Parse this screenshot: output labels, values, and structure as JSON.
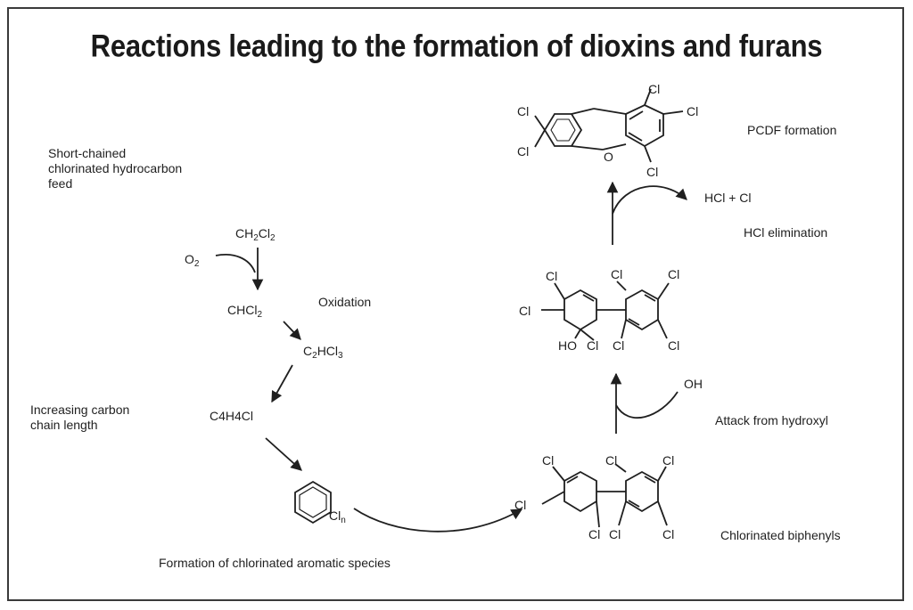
{
  "title": "Reactions leading to the formation of dioxins and furans",
  "labels": {
    "feed_line1": "Short-chained",
    "feed_line2": "chlorinated hydrocarbon",
    "feed_line3": "feed",
    "oxidation": "Oxidation",
    "chain_line1": "Increasing carbon",
    "chain_line2": "chain length",
    "aromatic_formation": "Formation of chlorinated aromatic species",
    "chlorinated_biphenyls": "Chlorinated biphenyls",
    "hydroxyl_attack": "Attack from hydroxyl",
    "hcl_elimination": "HCl elimination",
    "pcdf_formation": "PCDF formation"
  },
  "species": {
    "ch2cl2": {
      "main": "CH",
      "s1": "2",
      "mid": "Cl",
      "s2": "2"
    },
    "o2": {
      "main": "O",
      "s1": "2"
    },
    "chcl2": {
      "main": "CHCl",
      "s1": "2"
    },
    "c2hcl3": {
      "main": "C",
      "s1": "2",
      "mid": "HCl",
      "s2": "3"
    },
    "c4h4cl": "C4H4Cl",
    "oh": "OH",
    "hcl_cl": "HCl + Cl",
    "cln": {
      "main": "Cl",
      "s1": "n"
    }
  },
  "atoms": {
    "cl": "Cl",
    "o": "O",
    "ho": "HO"
  },
  "colors": {
    "ink": "#1f1f1f",
    "border": "#3a3a3a",
    "background": "#ffffff"
  }
}
